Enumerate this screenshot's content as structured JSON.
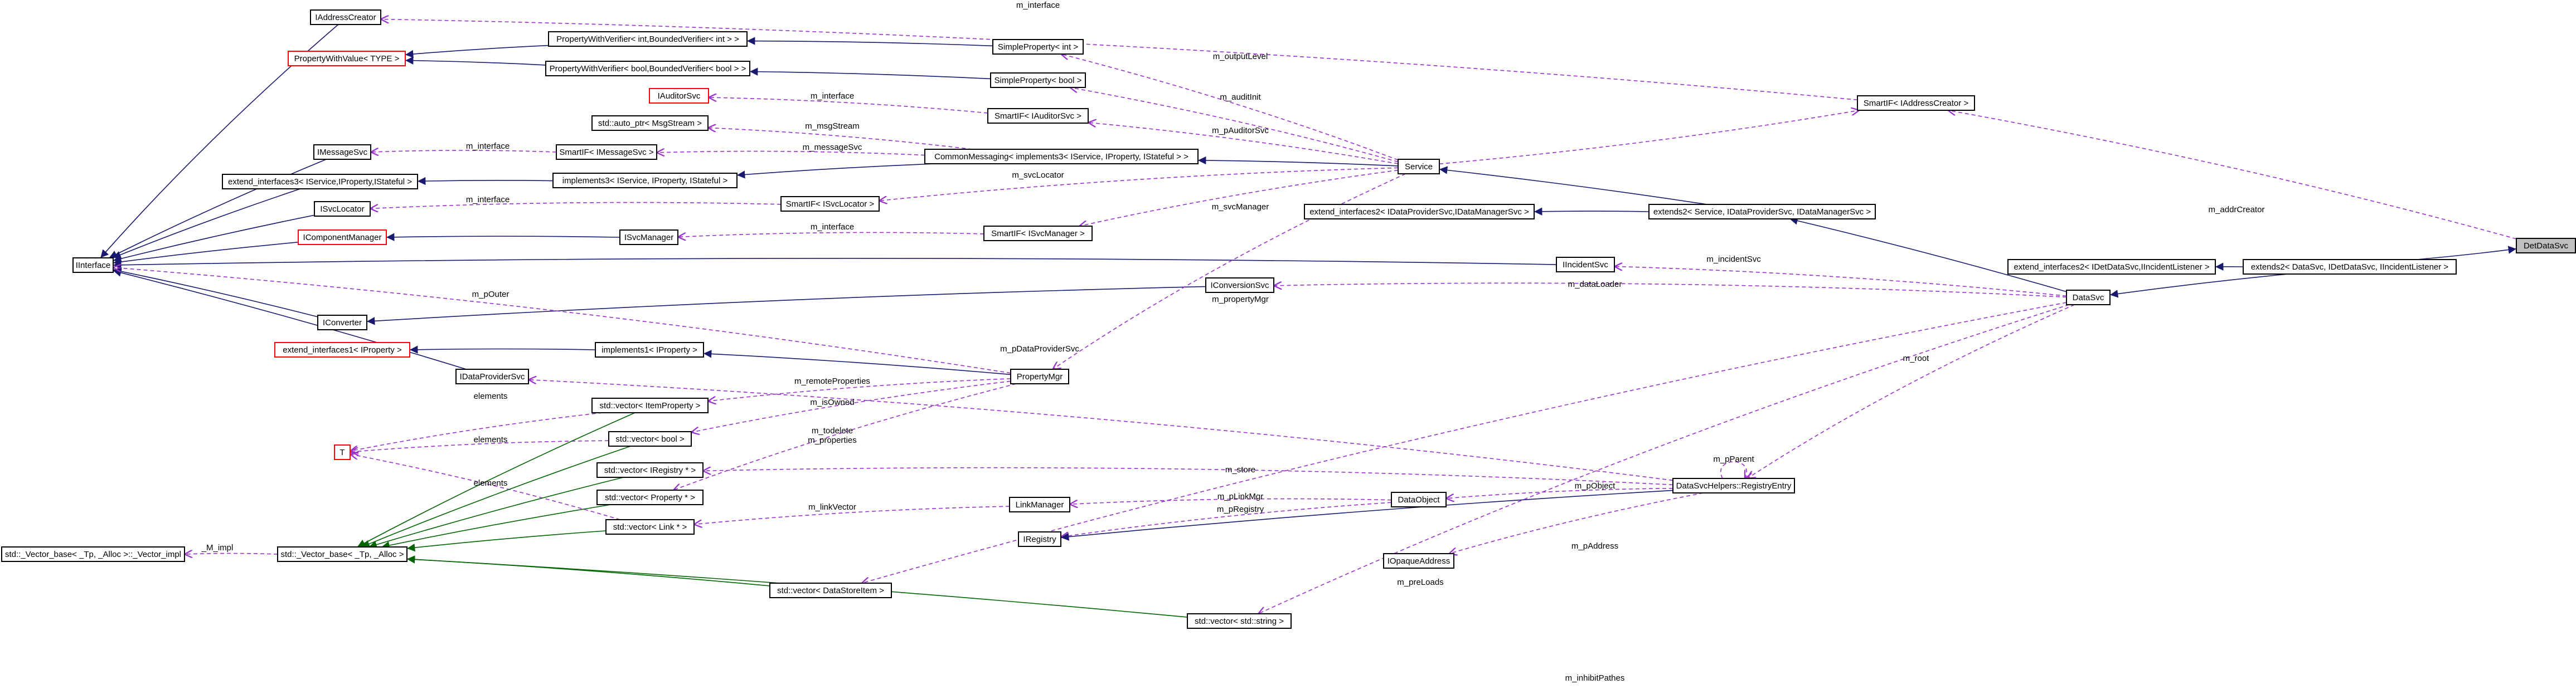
{
  "diagram": {
    "nodes": {
      "DetDataSvc": "DetDataSvc",
      "IAddressCreator": "IAddressCreator",
      "PropertyWithVerifier_int": "PropertyWithVerifier< int,BoundedVerifier< int > >",
      "PropertyWithValue_TYPE": "PropertyWithValue< TYPE >",
      "PropertyWithVerifier_bool": "PropertyWithVerifier< bool,BoundedVerifier< bool > >",
      "SimpleProperty_int": "SimpleProperty< int >",
      "SimpleProperty_bool": "SimpleProperty< bool >",
      "IAuditorSvc": "IAuditorSvc",
      "SmartIF_IAuditorSvc": "SmartIF< IAuditorSvc >",
      "auto_ptr_MsgStream": "std::auto_ptr< MsgStream >",
      "IMessageSvc": "IMessageSvc",
      "SmartIF_IMessageSvc": "SmartIF< IMessageSvc >",
      "CommonMessaging": "CommonMessaging< implements3< IService, IProperty, IStateful > >",
      "Service": "Service",
      "extend_interfaces3": "extend_interfaces3< IService,IProperty,IStateful >",
      "implements3": "implements3< IService, IProperty, IStateful >",
      "ISvcLocator": "ISvcLocator",
      "SmartIF_ISvcLocator": "SmartIF< ISvcLocator >",
      "extend_interfaces2_IDataProviderSvc": "extend_interfaces2< IDataProviderSvc,IDataManagerSvc >",
      "extends2_Service": "extends2< Service, IDataProviderSvc, IDataManagerSvc >",
      "SmartIF_IAddressCreator": "SmartIF< IAddressCreator >",
      "IInterface": "IInterface",
      "IComponentManager": "IComponentManager",
      "ISvcManager": "ISvcManager",
      "SmartIF_ISvcManager": "SmartIF< ISvcManager >",
      "IIncidentSvc": "IIncidentSvc",
      "extend_interfaces2_IDetDataSvc": "extend_interfaces2< IDetDataSvc,IIncidentListener >",
      "extends2_DataSvc": "extends2< DataSvc, IDetDataSvc, IIncidentListener >",
      "IConversionSvc": "IConversionSvc",
      "DataSvc": "DataSvc",
      "IConverter": "IConverter",
      "extend_interfaces1_IProperty": "extend_interfaces1< IProperty >",
      "implements1_IProperty": "implements1< IProperty >",
      "IDataProviderSvc": "IDataProviderSvc",
      "PropertyMgr": "PropertyMgr",
      "vector_ItemProperty": "std::vector< ItemProperty >",
      "T": "T",
      "vector_bool": "std::vector< bool >",
      "vector_IRegistry": "std::vector< IRegistry * >",
      "vector_Property": "std::vector< Property * >",
      "vector_Link": "std::vector< Link * >",
      "LinkManager": "LinkManager",
      "DataObject": "DataObject",
      "RegistryEntry": "DataSvcHelpers::RegistryEntry",
      "IRegistry": "IRegistry",
      "Vector_impl": "std::_Vector_base< _Tp, _Alloc >::_Vector_impl",
      "Vector_base": "std::_Vector_base< _Tp, _Alloc >",
      "IOpaqueAddress": "IOpaqueAddress",
      "vector_DataStoreItem": "std::vector< DataStoreItem >",
      "vector_string": "std::vector< std::string >"
    },
    "edge_labels": {
      "m_interface_top": "m_interface",
      "m_outputLevel": "m_outputLevel",
      "m_auditInit": "m_auditInit",
      "m_interface_auditor": "m_interface",
      "m_pAuditorSvc": "m_pAuditorSvc",
      "m_msgStream": "m_msgStream",
      "m_interface_msg": "m_interface",
      "m_messageSvc": "m_messageSvc",
      "m_svcLocator": "m_svcLocator",
      "m_addrCreator": "m_addrCreator",
      "m_interface_svcloc": "m_interface",
      "m_svcManager": "m_svcManager",
      "m_interface_svcmgr": "m_interface",
      "m_incidentSvc": "m_incidentSvc",
      "m_pOuter": "m_pOuter",
      "m_dataLoader": "m_dataLoader",
      "m_propertyMgr": "m_propertyMgr",
      "m_pDataProviderSvc": "m_pDataProviderSvc",
      "m_root": "m_root",
      "elements_1": "elements",
      "m_remoteProperties": "m_remoteProperties",
      "m_isOwned": "m_isOwned",
      "elements_2": "elements",
      "elements_3": "elements",
      "m_todelete": "m_todelete",
      "m_properties": "m_properties",
      "m_pParent": "m_pParent",
      "m_store": "m_store",
      "m_pObject": "m_pObject",
      "m_pLinkMgr": "m_pLinkMgr",
      "m_pRegistry": "m_pRegistry",
      "m_linkVector": "m_linkVector",
      "M_impl": "_M_impl",
      "m_pAddress": "m_pAddress",
      "m_preLoads": "m_preLoads",
      "m_inhibitPathes": "m_inhibitPathes"
    },
    "colors": {
      "inheritance": "#191970",
      "template": "#006400",
      "usage": "#9a32cd",
      "node_border": "#000000",
      "missing_border": "#ff0000",
      "highlight_fill": "#bfbfbf"
    }
  }
}
